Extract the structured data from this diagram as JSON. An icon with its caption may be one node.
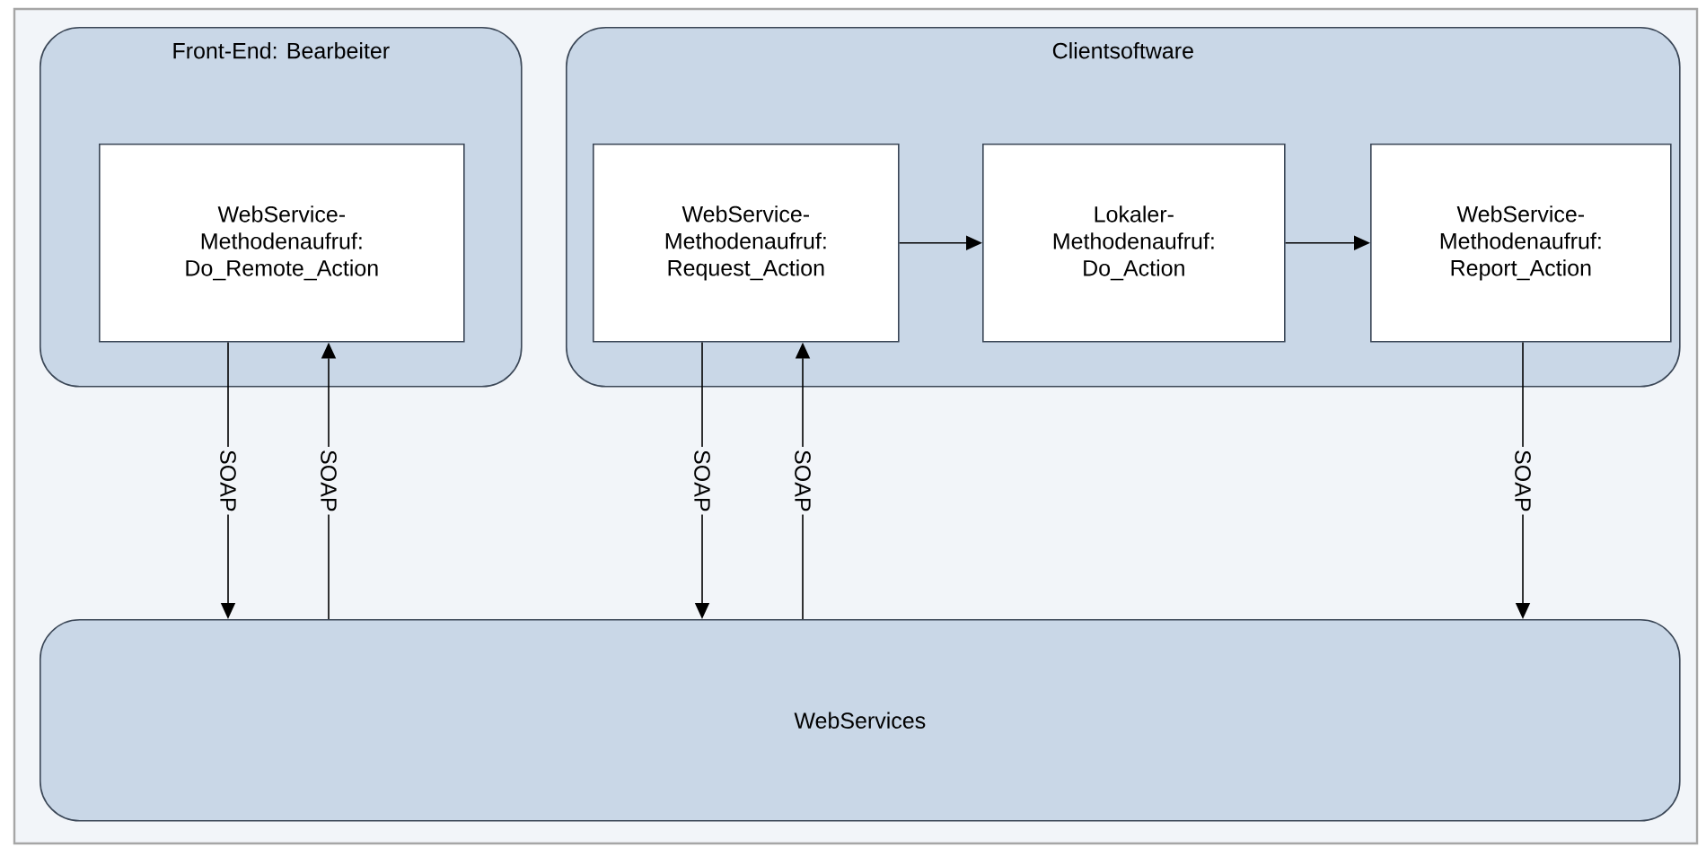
{
  "diagram": {
    "nodes": [
      {
        "text": [
          "Front-End: Bearbeiter"
        ]
      },
      {
        "text": [
          "WebService-Methodenaufruf: Do_Remote_Action"
        ],
        "in": 0
      },
      {
        "text": [
          "Clientsoftware"
        ]
      },
      {
        "text": [
          "WebService-Methodenaufruf: Request_Action"
        ],
        "in": 2
      },
      {
        "text": [
          "Lokaler-Methodenaufruf: Do_Action"
        ],
        "in": 2
      },
      {
        "text": [
          "WebService-Methodenaufruf: Report_Action"
        ],
        "in": 2
      },
      {
        "text": [
          "WebServices"
        ]
      }
    ],
    "edges": [
      {
        "from": 1,
        "to": 6,
        "arrow": "to",
        "label": "SOAP"
      },
      {
        "from": 6,
        "to": 1,
        "arrow": "to",
        "label": "SOAP"
      },
      {
        "from": 3,
        "to": 6,
        "arrow": "to",
        "label": "SOAP"
      },
      {
        "from": 6,
        "to": 3,
        "arrow": "to",
        "label": "SOAP"
      },
      {
        "from": 3,
        "to": 4,
        "arrow": "to"
      },
      {
        "from": 4,
        "to": 5,
        "arrow": "to"
      },
      {
        "from": 5,
        "to": 6,
        "arrow": "to",
        "label": "SOAP"
      }
    ]
  }
}
